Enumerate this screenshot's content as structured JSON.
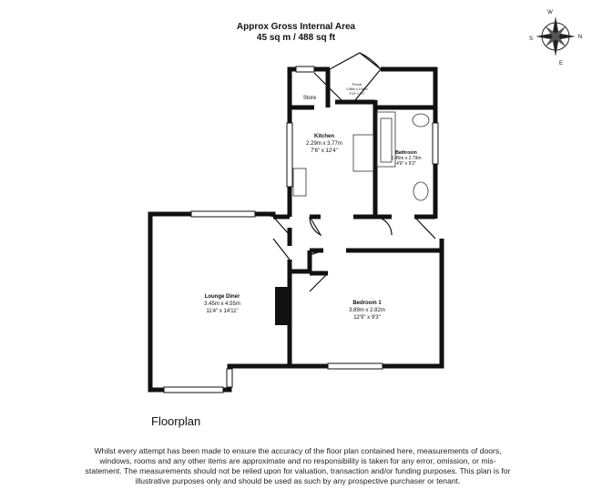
{
  "header": {
    "title": "Approx Gross Internal Area",
    "area": "45 sq m / 488 sq ft"
  },
  "compass": {
    "labels": [
      "N",
      "E",
      "S",
      "W"
    ]
  },
  "rooms": [
    {
      "id": "porch",
      "name": "Porch",
      "metric": "0.86m x 0.65m",
      "imperial": "2'10\" x 2'1\""
    },
    {
      "id": "store",
      "name": "Store"
    },
    {
      "id": "kitchen",
      "name": "Kitchen",
      "metric": "2.29m x 3.77m",
      "imperial": "7'6\" x 12'4\""
    },
    {
      "id": "bathroom",
      "name": "Bathroom",
      "metric": "1.45m x 2.79m",
      "imperial": "4'9\" x 9'2\""
    },
    {
      "id": "lounge",
      "name": "Lounge Diner",
      "metric": "3.45m x 4.55m",
      "imperial": "11'4\" x 14'11\""
    },
    {
      "id": "bedroom1",
      "name": "Bedroom 1",
      "metric": "3.89m x 2.82m",
      "imperial": "12'9\" x 9'3\""
    }
  ],
  "floor_label": "Floorplan",
  "disclaimer": "Whilst every attempt has been made to ensure the accuracy of the floor plan contained here, measurements of doors, windows, rooms and any other items are approximate and no responsibility is taken for any error, omission, or mis-statement. The measurements should not be relied upon for valuation, transaction and/or funding purposes. This plan is for illustrative purposes only and should be used as such by any prospective purchaser or tenant."
}
